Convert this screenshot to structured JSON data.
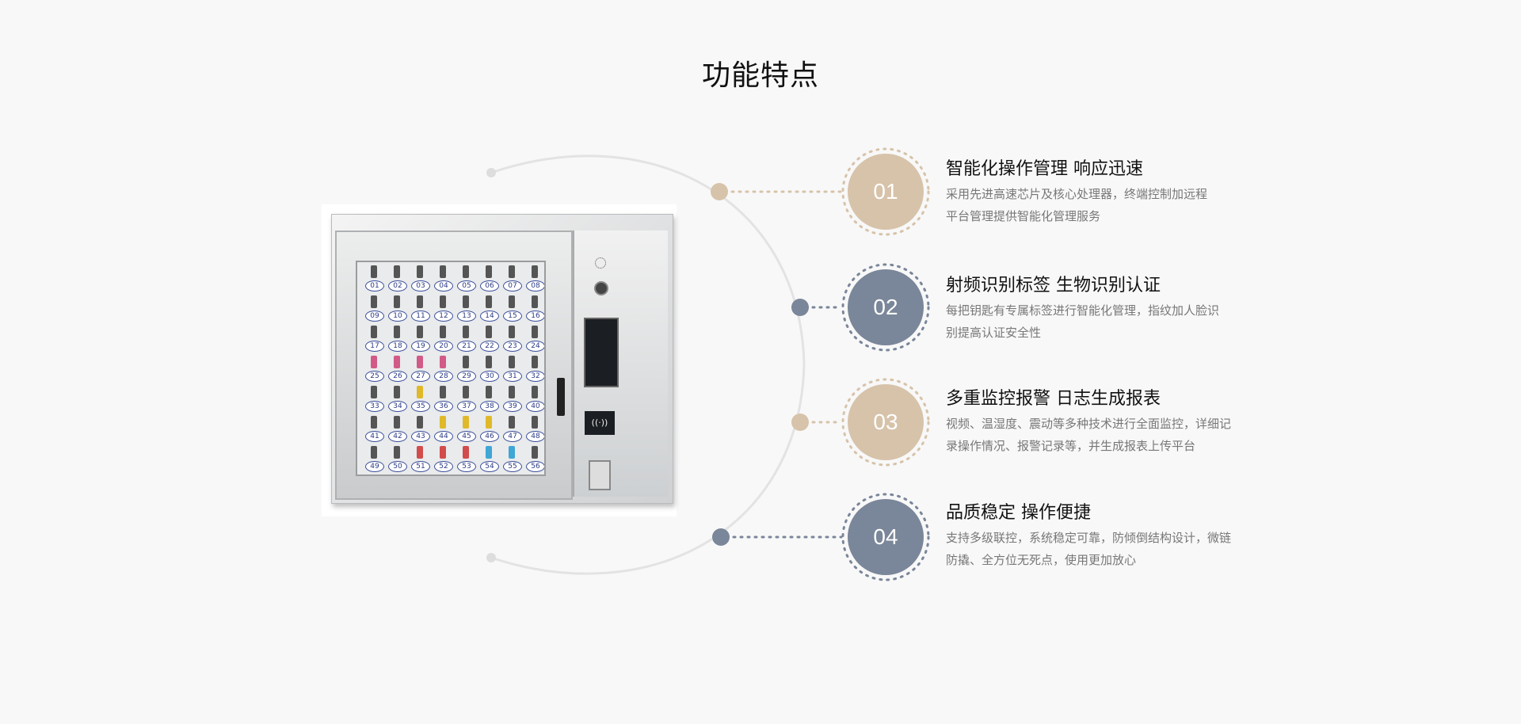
{
  "title": "功能特点",
  "colors": {
    "beige": "#d7c3aa",
    "slate": "#7a8699",
    "line": "#e3e3e3"
  },
  "features": [
    {
      "number": "01",
      "title": "智能化操作管理  响应迅速",
      "desc_line1": "采用先进高速芯片及核心处理器，终端控制加远程",
      "desc_line2": "平台管理提供智能化管理服务",
      "color": "beige"
    },
    {
      "number": "02",
      "title": "射频识别标签 生物识别认证",
      "desc_line1": "每把钥匙有专属标签进行智能化管理，指纹加人脸识",
      "desc_line2": "别提高认证安全性",
      "color": "slate"
    },
    {
      "number": "03",
      "title": "多重监控报警 日志生成报表",
      "desc_line1": "视频、温湿度、震动等多种技术进行全面监控，详细记",
      "desc_line2": "录操作情况、报警记录等，并生成报表上传平台",
      "color": "beige"
    },
    {
      "number": "04",
      "title": "品质稳定  操作便捷",
      "desc_line1": "支持多级联控，系统稳定可靠，防倾倒结构设计，微链",
      "desc_line2": "防撬、全方位无死点，使用更加放心",
      "color": "slate"
    }
  ],
  "product_image": {
    "alt": "智能钥匙柜"
  }
}
